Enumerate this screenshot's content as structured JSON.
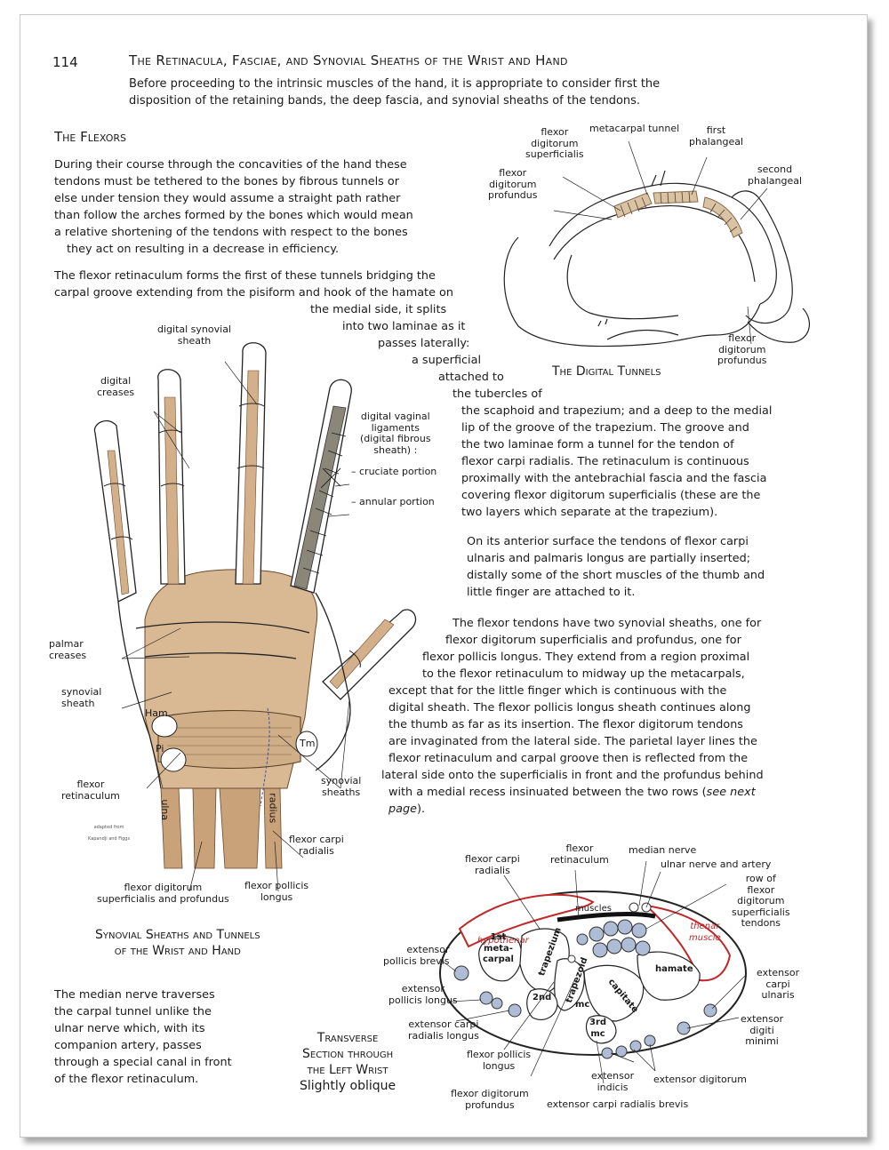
{
  "page": {
    "number": "114",
    "title": "The Retinacula, Fasciae, and Synovial Sheaths of the Wrist and Hand",
    "intro": [
      "Before proceeding to the intrinsic muscles of the hand, it is appropriate to consider first the",
      "disposition of the retaining bands, the deep fascia, and synovial sheaths of the tendons."
    ]
  },
  "flexors": {
    "heading": "The Flexors",
    "para1": [
      "During their course through the concavities of the hand these",
      "tendons must be tethered to the bones by fibrous tunnels or",
      "else under tension they would assume a straight path rather",
      "than follow the arches formed by the bones which would mean",
      "a relative shortening of the tendons with respect to the bones",
      "they act on resulting in a decrease in efficiency."
    ],
    "para2": [
      "The flexor retinaculum forms the first of these tunnels bridging the",
      "carpal groove extending from the pisiform and hook of the hamate on",
      "the medial side, it splits",
      "into two laminae as it",
      "passes laterally:",
      "a superficial",
      "attached to",
      "the tubercles of",
      "the scaphoid and trapezium; and a deep to the medial",
      "lip of the groove of the trapezium. The groove and",
      "the two laminae form a tunnel for the tendon of",
      "flexor carpi radialis. The retinaculum is continuous",
      "proximally with the antebrachial fascia and the fascia",
      "covering flexor digitorum superficialis (these are the",
      "two layers which separate at the trapezium)."
    ],
    "para3": [
      "On its anterior surface the tendons of flexor carpi",
      "ulnaris and palmaris longus are partially inserted;",
      "distally some of the short muscles of the thumb and",
      "little finger are attached to it."
    ],
    "para4": [
      "The flexor tendons have two synovial sheaths, one for",
      "flexor digitorum superficialis and profundus, one for",
      "flexor pollicis longus. They extend from a region proximal",
      "to the flexor retinaculum to midway up the metacarpals,",
      "except that for the little finger which is continuous with the",
      "digital sheath. The flexor pollicis longus sheath continues along",
      "the thumb as far as its insertion. The flexor digitorum tendons",
      "are invaginated from the lateral side. The parietal layer lines the",
      "flexor retinaculum and carpal groove then is reflected from the",
      "lateral side onto the superficialis in front and the profundus behind",
      "with a medial recess insinuated between the two rows (",
      "see next",
      "page",
      ")."
    ],
    "median_note": [
      "The median nerve traverses",
      "the carpal tunnel unlike the",
      "ulnar nerve which, with its",
      "companion artery, passes",
      "through a special canal in front",
      "of the flexor retinaculum."
    ]
  },
  "digital_tunnels": {
    "caption": "The Digital Tunnels",
    "labels": {
      "fds": [
        "flexor",
        "digitorum",
        "superficialis"
      ],
      "fdp_left": [
        "flexor",
        "digitorum",
        "profundus"
      ],
      "metacarpal_tunnel": "metacarpal tunnel",
      "first_phalangeal": [
        "first",
        "phalangeal"
      ],
      "second_phalangeal": [
        "second",
        "phalangeal"
      ],
      "fdp_right": [
        "flexor",
        "digitorum",
        "profundus"
      ]
    }
  },
  "hand_figure": {
    "caption": [
      "Synovial Sheaths and Tunnels",
      "of the Wrist and Hand"
    ],
    "labels": {
      "digital_synovial_sheath": [
        "digital synovial",
        "sheath"
      ],
      "digital_creases": [
        "digital",
        "creases"
      ],
      "digital_vaginal": [
        "digital vaginal",
        "ligaments",
        "(digital fibrous",
        "sheath) :"
      ],
      "cruciate": "– cruciate portion",
      "annular": "– annular portion",
      "palmar_creases": [
        "palmar",
        "creases"
      ],
      "synovial_sheath": [
        "synovial",
        "sheath"
      ],
      "ham": "Ham",
      "pi": "Pi",
      "tm": "Tm",
      "flexor_retinaculum": [
        "flexor",
        "retinaculum"
      ],
      "synovial_sheaths": [
        "synovial",
        "sheaths"
      ],
      "ulna": "ulna",
      "radius": "radius",
      "fcr": [
        "flexor carpi",
        "radialis"
      ],
      "fds_fdp": [
        "flexor digitorum",
        "superficialis and profundus"
      ],
      "fpl": [
        "flexor pollicis",
        "longus"
      ],
      "credit": [
        "adapted from",
        "Kapandji and Figgs"
      ]
    }
  },
  "wrist_section": {
    "caption": [
      "Transverse",
      "Section through",
      "the Left Wrist",
      "Slightly oblique"
    ],
    "labels": {
      "fcr": [
        "flexor carpi",
        "radialis"
      ],
      "flexor_retinaculum": [
        "flexor",
        "retinaculum"
      ],
      "median_nerve": "median nerve",
      "ulnar_nerve_artery": "ulnar nerve and artery",
      "row_of_fds": [
        "row of",
        "flexor",
        "digitorum",
        "superficialis",
        "tendons"
      ],
      "hypothenar": "hypothenar",
      "muscles": "muscles",
      "thenar_muscle": [
        "thenar",
        "muscle"
      ],
      "first_metacarpal": [
        "1st",
        "meta-",
        "carpal"
      ],
      "trapezium": "trapezium",
      "trapezoid": "trapezoid",
      "hamate": "hamate",
      "capitate": "capitate",
      "second": "2nd",
      "mc": "mc",
      "third_mc": [
        "3rd",
        "mc"
      ],
      "epb": [
        "extensor",
        "pollicis brevis"
      ],
      "epl": [
        "extensor",
        "pollicis longus"
      ],
      "ecrl": [
        "extensor carpi",
        "radialis longus"
      ],
      "fpl": [
        "flexor pollicis",
        "longus"
      ],
      "fdp": [
        "flexor digitorum",
        "profundus"
      ],
      "ecrb": "extensor carpi radialis brevis",
      "ext_indicis": [
        "extensor",
        "indicis"
      ],
      "ext_digitorum": "extensor digitorum",
      "ecu": [
        "extensor",
        "carpi",
        "ulnaris"
      ],
      "edm": [
        "extensor",
        "digiti",
        "minimi"
      ]
    }
  },
  "colors": {
    "tendon_tan": "#c9a27a",
    "tendon_dark": "#8a5a3a",
    "muscle_red": "#c0282a",
    "bone_grey": "#d9d9d9",
    "nerve_blue": "#8fa6c9"
  }
}
